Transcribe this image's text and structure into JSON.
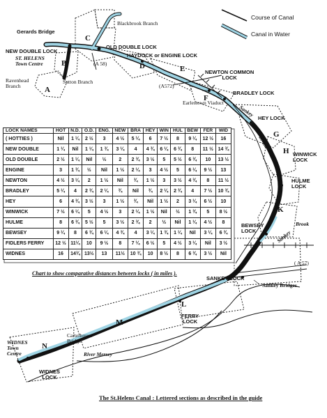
{
  "legend": {
    "course_label": "Course of Canal",
    "water_label": "Canal in Water"
  },
  "place_labels": {
    "gerards_bridge": "Gerards Bridge",
    "new_double_lock": "NEW DOUBLE LOCK",
    "st_helens_line1": "ST. HELENS",
    "st_helens_line2": "Town Centre",
    "ravenhead_line1": "Ravenhead",
    "ravenhead_line2": "Branch",
    "sutton_branch": "Sutton Branch",
    "blackbrook_branch": "Blackbrook Branch",
    "old_double_lock": "OLD DOUBLE LOCK",
    "a58": "(A 58)",
    "haydock_lock": "HAYDOCK or ENGINE LOCK",
    "newton_common_line1": "NEWTON COMMON",
    "newton_common_line2": "LOCK",
    "a572": "(A572)",
    "bradley_lock": "BRADLEY LOCK",
    "earlestown_viaduct": "Earlestown Viaduct",
    "sankey_brook_1": "Sankey",
    "hey_lock": "HEY LOCK",
    "brook_1": "Brook",
    "winwick_line1": "WINWICK",
    "winwick_line2": "LOCK",
    "hulme_line1": "HULME",
    "hulme_line2": "LOCK",
    "bewsey_line1": "BEWSEY",
    "bewsey_line2": "LOCK",
    "brook_2": "Brook",
    "sankey_2": "Sankey",
    "a57": "( A 57)",
    "sankey_lock": "SANKEY LOCK",
    "sankey_bridges": "Sankey Bridges",
    "ferry_line1": "FERRY",
    "ferry_line2": "LOCK",
    "carterhouse_line1": "Carterhouse",
    "carterhouse_line2": "Bridge",
    "river_mersey": "River Mersey",
    "widnes_town_line1": "WIDNES",
    "widnes_town_line2": "Town",
    "widnes_town_line3": "Centre",
    "widnes_lock_line1": "WIDNES",
    "widnes_lock_line2": "LOCK"
  },
  "sections": {
    "A": "A",
    "B": "B",
    "C": "C",
    "D": "D",
    "E": "E",
    "F": "F",
    "G": "G",
    "H": "H",
    "J": "J",
    "K": "K",
    "L": "L",
    "M": "M",
    "N": "N"
  },
  "table": {
    "headers": [
      "LOCK NAMES",
      "HOT",
      "N.D.",
      "O.D.",
      "ENG.",
      "NEW",
      "BRA",
      "HEY",
      "WIN",
      "HUL",
      "BEW",
      "FER",
      "WID"
    ],
    "rows": [
      [
        "( HOTTIES )",
        "Nil",
        "1 ¼",
        "2 ½",
        "3",
        "4 ½",
        "5 ¼",
        "6",
        "7 ½",
        "8",
        "9 ¼",
        "12 ½",
        "16"
      ],
      [
        "NEW DOUBLE",
        "1 ¼",
        "Nil",
        "1 ¼",
        "1 ¾",
        "3 ¼",
        "4",
        "4 ¾",
        "6 ¼",
        "6 ¾",
        "8",
        "11 ½",
        "14 ¾"
      ],
      [
        "OLD DOUBLE",
        "2 ½",
        "1 ¼",
        "Nil",
        "½",
        "2",
        "2 ¾",
        "3 ½",
        "5",
        "5 ½",
        "6 ¾",
        "10",
        "13 ½"
      ],
      [
        "ENGINE",
        "3",
        "1 ¾",
        "½",
        "Nil",
        "1 ½",
        "2 ¼",
        "3",
        "4 ½",
        "5",
        "6 ¼",
        "9 ½",
        "13"
      ],
      [
        "NEWTON",
        "4 ½",
        "3 ¼",
        "2",
        "1 ½",
        "Nil",
        "¾",
        "1 ½",
        "3",
        "3 ½",
        "4 ¾",
        "8",
        "11 ½"
      ],
      [
        "BRADLEY",
        "5 ¼",
        "4",
        "2 ¾",
        "2 ¼",
        "¾",
        "Nil",
        "¾",
        "2 ¼",
        "2 ¾",
        "4",
        "7 ½",
        "10 ¾"
      ],
      [
        "HEY",
        "6",
        "4 ¾",
        "3 ½",
        "3",
        "1 ½",
        "¾",
        "Nil",
        "1 ½",
        "2",
        "3 ¼",
        "6 ½",
        "10"
      ],
      [
        "WINWICK",
        "7 ½",
        "6 ¼",
        "5",
        "4 ½",
        "3",
        "2 ¼",
        "1 ½",
        "Nil",
        "½",
        "1 ¾",
        "5",
        "8 ½"
      ],
      [
        "HULME",
        "8",
        "6 ¾",
        "5 ½",
        "5",
        "3 ½",
        "2 ¾",
        "2",
        "½",
        "Nil",
        "1 ¼",
        "4 ½",
        "8"
      ],
      [
        "BEWSEY",
        "9 ¼",
        "8",
        "6 ¾",
        "6 ¼",
        "4 ¾",
        "4",
        "3 ¼",
        "1 ¾",
        "1 ¼",
        "Nil",
        "3 ¼",
        "6 ¾"
      ],
      [
        "FIDLERS FERRY",
        "12 ½",
        "11¼",
        "10",
        "9 ½",
        "8",
        "7 ¼",
        "6 ½",
        "5",
        "4 ½",
        "3 ¼",
        "Nil",
        "3 ½"
      ],
      [
        "WIDNES",
        "16",
        "14¾",
        "13½",
        "13",
        "11½",
        "10 ¾",
        "10",
        "8 ½",
        "8",
        "6 ¾",
        "3 ½",
        "Nil"
      ]
    ],
    "caption": "Chart to show comparative distances between locks ( in miles )."
  },
  "title": "The St.Helens Canal : Lettered sections as described in the guide",
  "colors": {
    "water": "#9fd4e4",
    "line": "#111111"
  }
}
